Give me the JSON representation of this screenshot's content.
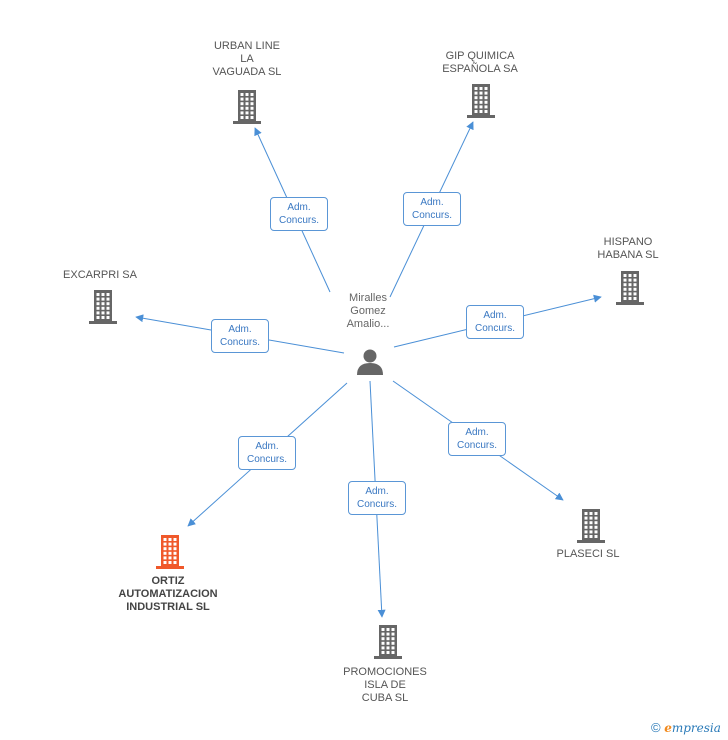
{
  "center": {
    "label": "Miralles\nGomez\nAmalio..."
  },
  "edge_label": "Adm.\nConcurs.",
  "nodes": [
    {
      "id": "urban",
      "label": "URBAN LINE\nLA\nVAGUADA SL",
      "color": "#666666"
    },
    {
      "id": "gip",
      "label": "GIP QUIMICA\nESPAÑOLA SA",
      "color": "#666666"
    },
    {
      "id": "hispano",
      "label": "HISPANO\nHABANA SL",
      "color": "#666666"
    },
    {
      "id": "excarpri",
      "label": "EXCARPRI SA",
      "color": "#666666"
    },
    {
      "id": "plaseci",
      "label": "PLASECI SL",
      "color": "#666666"
    },
    {
      "id": "promociones",
      "label": "PROMOCIONES\nISLA DE\nCUBA SL",
      "color": "#666666"
    },
    {
      "id": "ortiz",
      "label": "ORTIZ\nAUTOMATIZACION\nINDUSTRIAL SL",
      "color": "#f0582a"
    }
  ],
  "footer": {
    "copyright": "©",
    "brand_first": "e",
    "brand_rest": "mpresia"
  },
  "colors": {
    "edge": "#4a8fd6",
    "badge_border": "#5a96d6",
    "badge_text": "#3a78c2",
    "person": "#666666"
  }
}
